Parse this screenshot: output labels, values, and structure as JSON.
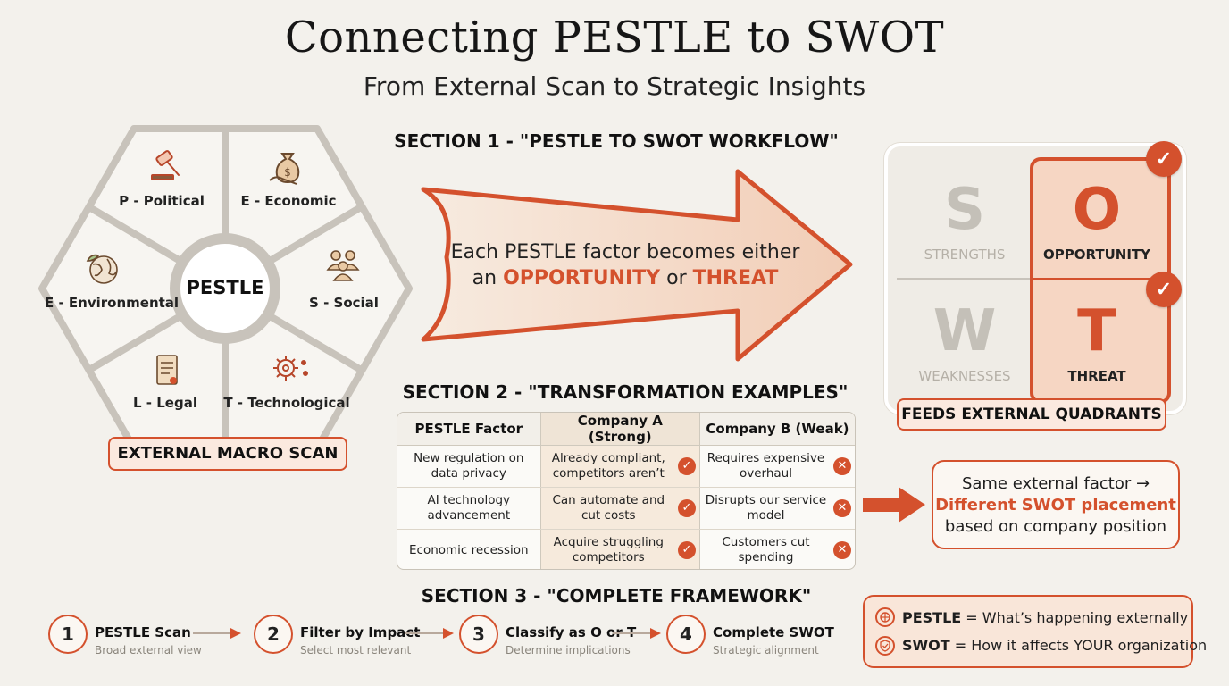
{
  "title": "Connecting PESTLE to SWOT",
  "subtitle": "From External Scan to Strategic Insights",
  "pestle_wheel": {
    "center": "PESTLE",
    "segments": [
      {
        "label": "P - Political",
        "icon": "gavel-icon"
      },
      {
        "label": "E - Economic",
        "icon": "money-bag-icon"
      },
      {
        "label": "S - Social",
        "icon": "people-icon"
      },
      {
        "label": "T - Technological",
        "icon": "gear-icon"
      },
      {
        "label": "L - Legal",
        "icon": "scroll-icon"
      },
      {
        "label": "E - Environmental",
        "icon": "globe-leaf-icon"
      }
    ],
    "footer": "EXTERNAL MACRO SCAN"
  },
  "section1": {
    "heading": "SECTION 1 - \"PESTLE TO SWOT WORKFLOW\"",
    "arrow_text_line1": "Each PESTLE factor becomes either",
    "arrow_text_an": "an",
    "arrow_text_opportunity": "OPPORTUNITY",
    "arrow_text_or": "or",
    "arrow_text_threat": "THREAT"
  },
  "swot_grid": {
    "s_letter": "S",
    "s_word": "STRENGTHS",
    "o_letter": "O",
    "o_word": "OPPORTUNITY",
    "w_letter": "W",
    "w_word": "WEAKNESSES",
    "t_letter": "T",
    "t_word": "THREAT",
    "check": "✓",
    "footer": "FEEDS EXTERNAL QUADRANTS"
  },
  "section2": {
    "heading": "SECTION 2 - \"TRANSFORMATION EXAMPLES\"",
    "columns": [
      "PESTLE Factor",
      "Company A (Strong)",
      "Company B (Weak)"
    ],
    "rows": [
      {
        "factor": "New regulation on data privacy",
        "a": "Already compliant, competitors aren’t",
        "b": "Requires expensive overhaul"
      },
      {
        "factor": "AI technology advancement",
        "a": "Can automate and cut costs",
        "b": "Disrupts our service model"
      },
      {
        "factor": "Economic recession",
        "a": "Acquire struggling competitors",
        "b": "Customers cut spending"
      }
    ],
    "mark_yes": "✓",
    "mark_no": "✕",
    "callout_line1": "Same external factor →",
    "callout_line2": "Different SWOT placement",
    "callout_line3": "based on company position"
  },
  "section3": {
    "heading": "SECTION 3 - \"COMPLETE FRAMEWORK\"",
    "steps": [
      {
        "num": "1",
        "title": "PESTLE Scan",
        "sub": "Broad external view"
      },
      {
        "num": "2",
        "title": "Filter by Impact",
        "sub": "Select most relevant"
      },
      {
        "num": "3",
        "title": "Classify as O or T",
        "sub": "Determine implications"
      },
      {
        "num": "4",
        "title": "Complete SWOT",
        "sub": "Strategic alignment"
      }
    ],
    "legend": [
      {
        "term": "PESTLE",
        "text": " = What’s happening externally",
        "icon": "globe-icon"
      },
      {
        "term": "SWOT",
        "text": " = How it affects YOUR organization",
        "icon": "shield-check-icon"
      }
    ]
  },
  "colors": {
    "accent": "#d4512d",
    "accent_light": "#f6d6c3",
    "neutral": "#c8c3bb",
    "background": "#f3f1ec"
  }
}
